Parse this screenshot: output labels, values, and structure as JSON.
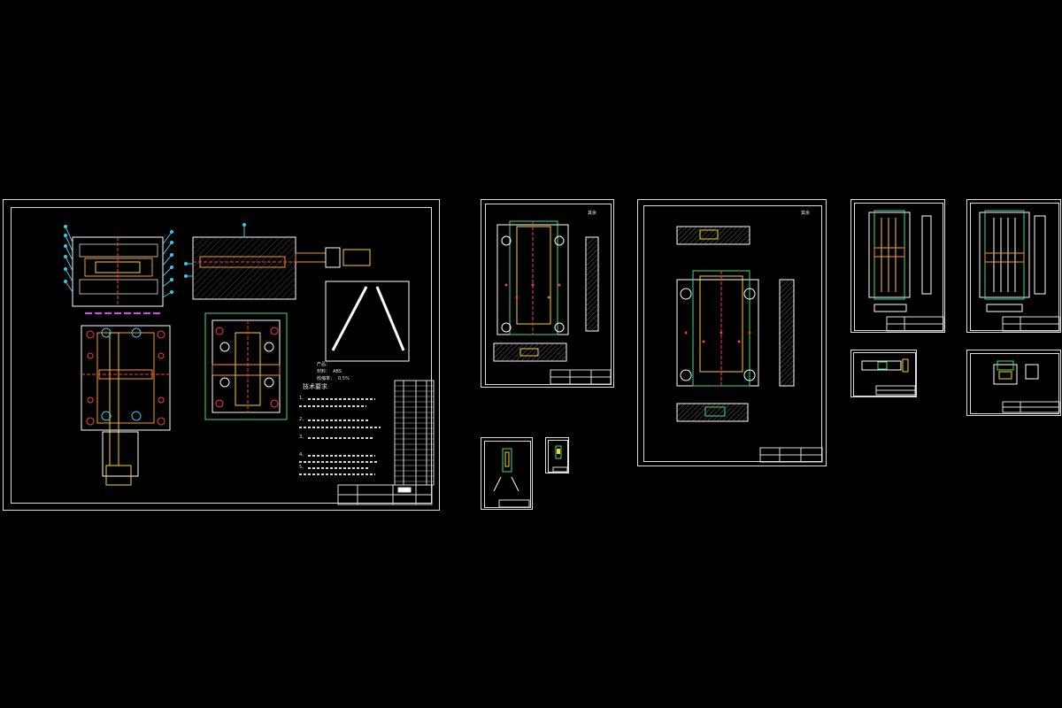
{
  "canvas": {
    "background": "#000000"
  },
  "colors": {
    "frame": "#dcdcdc",
    "outline": "#ffffff",
    "cavity": "#ff9a1a",
    "insert": "#ffd21a",
    "section_green": "#3fe07a",
    "hole_red": "#ff3b3b",
    "dim_cyan": "#37c8e8",
    "magenta": "#e040ff",
    "hatch": "#b0b0b0"
  },
  "sheets": [
    {
      "id": "assembly-drawing",
      "kind": "main assembly"
    },
    {
      "id": "plate-drawing-a",
      "kind": "part"
    },
    {
      "id": "part-drawing-small-a",
      "kind": "part"
    },
    {
      "id": "part-drawing-tiny",
      "kind": "part"
    },
    {
      "id": "plate-drawing-b",
      "kind": "part"
    },
    {
      "id": "part-drawing-c",
      "kind": "part"
    },
    {
      "id": "part-drawing-d",
      "kind": "part"
    },
    {
      "id": "part-drawing-e",
      "kind": "part"
    },
    {
      "id": "part-drawing-f",
      "kind": "part"
    }
  ],
  "assembly": {
    "product_lines": [
      "产品：",
      "材料：",
      "收缩率："
    ],
    "product_values": [
      "",
      "ABS",
      "0.5%"
    ],
    "tech_title": "技术要求",
    "tech_lines": [
      "1、",
      "2、",
      "3、",
      "4、",
      "5、"
    ]
  },
  "roughness_note": "其余"
}
